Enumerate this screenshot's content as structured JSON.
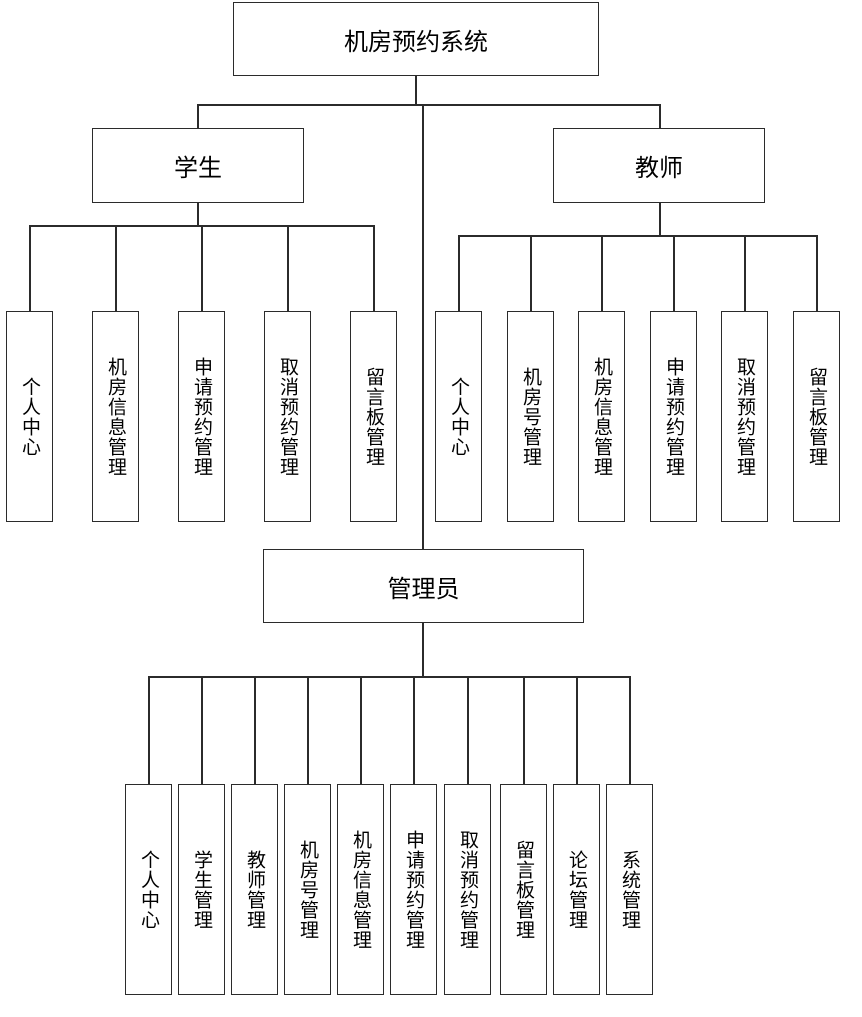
{
  "root": {
    "title": "机房预约系统"
  },
  "student": {
    "title": "学生",
    "modules": [
      "个人中心",
      "机房信息管理",
      "申请预约管理",
      "取消预约管理",
      "留言板管理"
    ]
  },
  "teacher": {
    "title": "教师",
    "modules": [
      "个人中心",
      "机房号管理",
      "机房信息管理",
      "申请预约管理",
      "取消预约管理",
      "留言板管理"
    ]
  },
  "admin": {
    "title": "管理员",
    "modules": [
      "个人中心",
      "学生管理",
      "教师管理",
      "机房号管理",
      "机房信息管理",
      "申请预约管理",
      "取消预约管理",
      "留言板管理",
      "论坛管理",
      "系统管理"
    ]
  }
}
